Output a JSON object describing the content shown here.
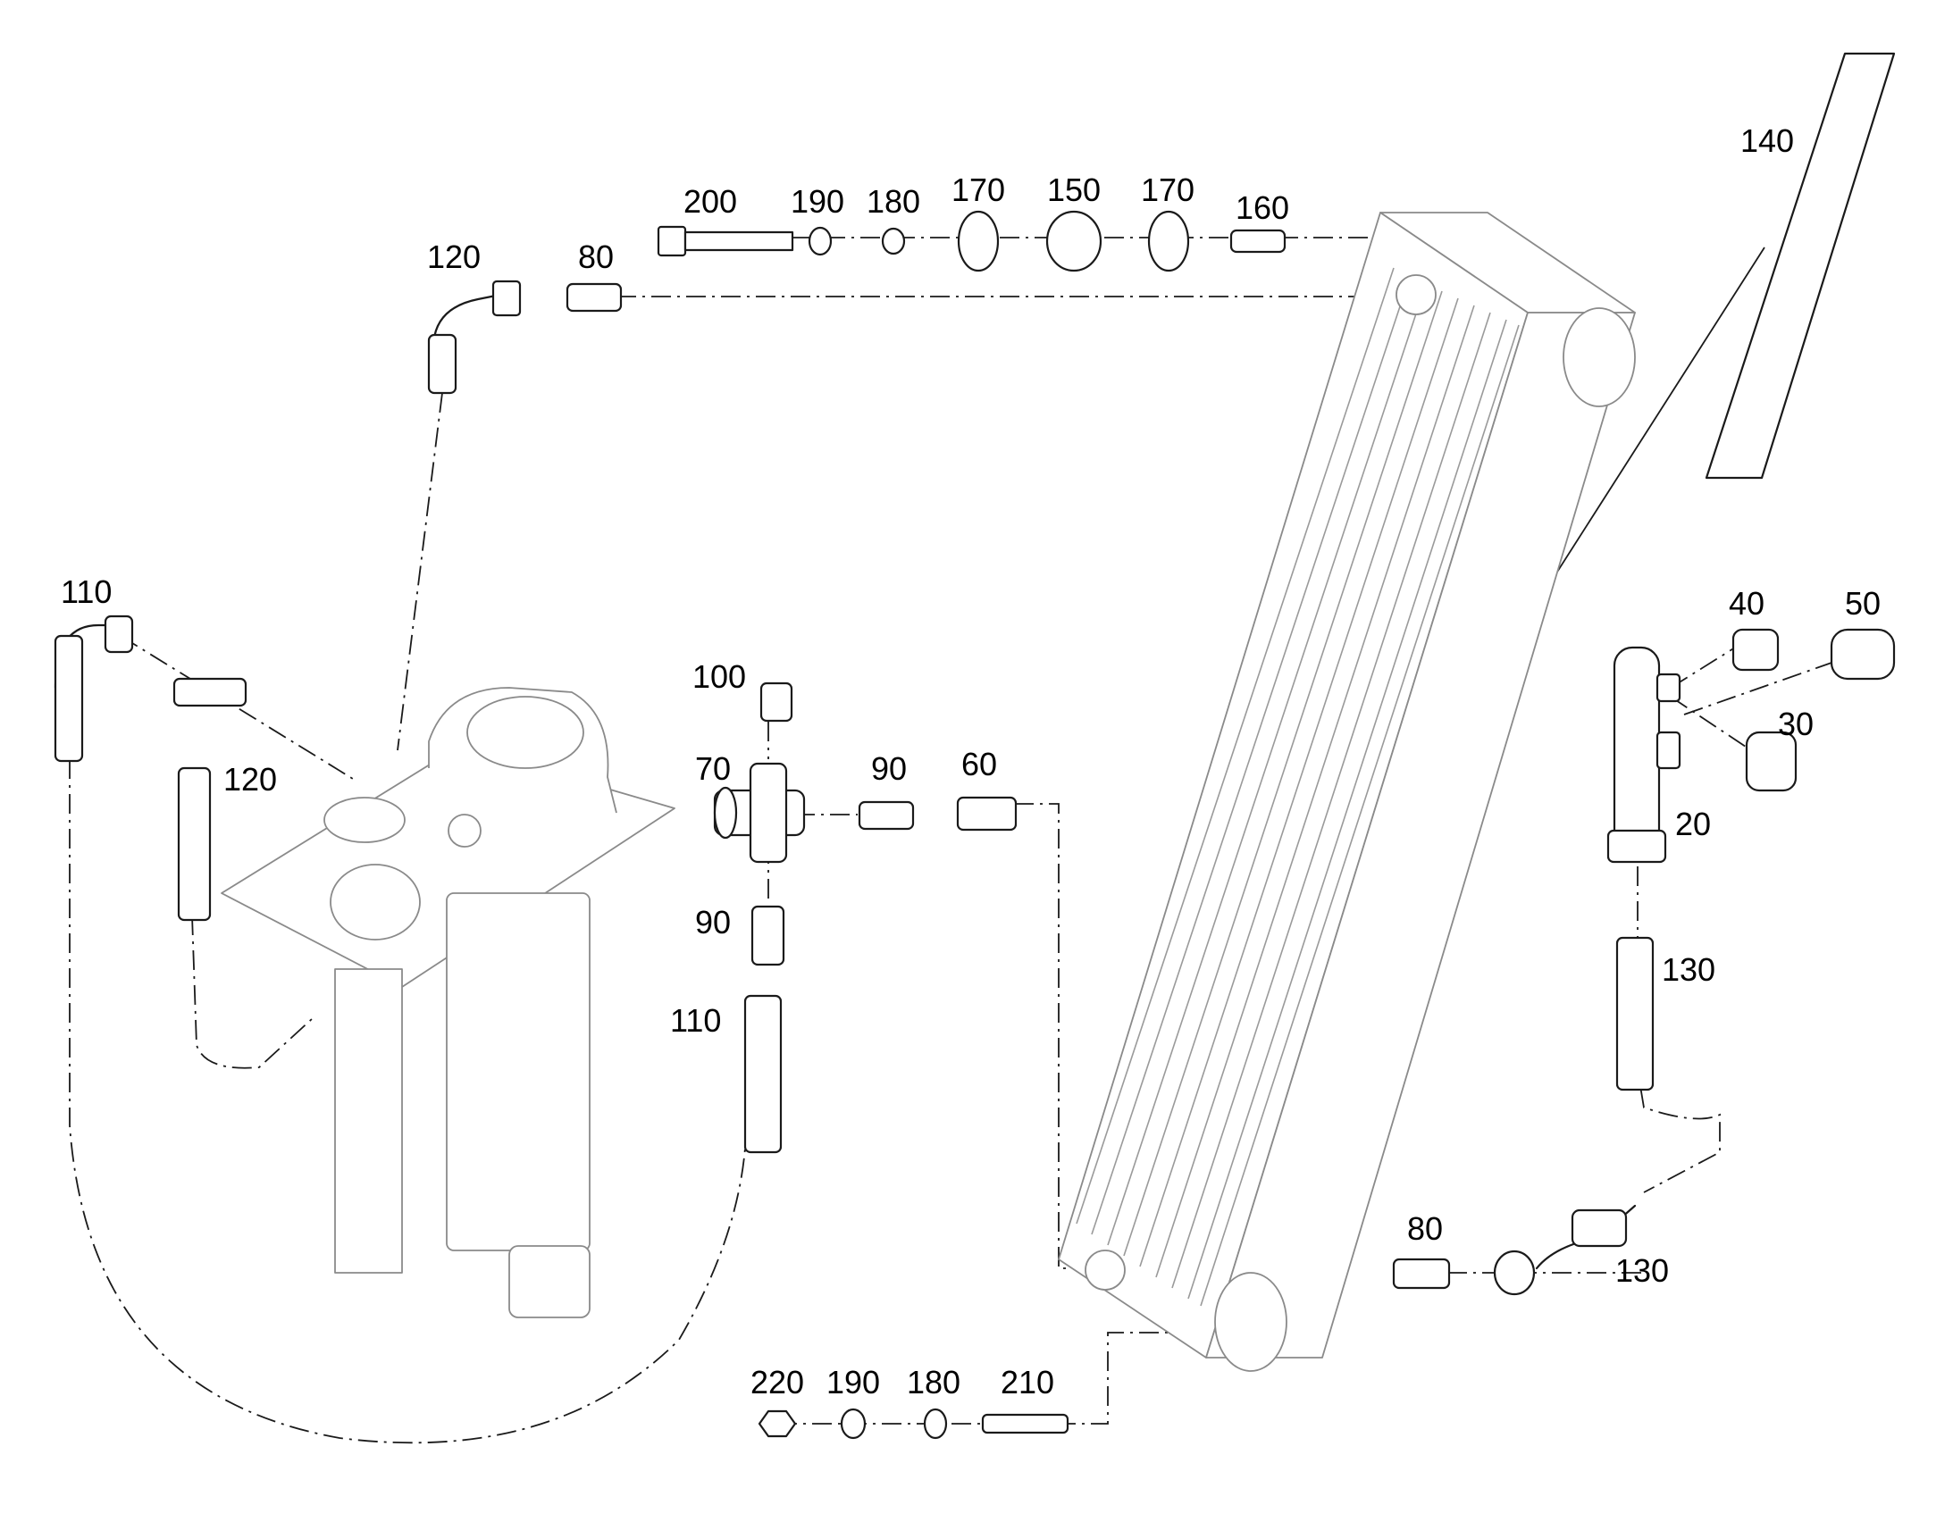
{
  "diagram": {
    "callouts": [
      {
        "key": "c200",
        "label": "200"
      },
      {
        "key": "c190a",
        "label": "190"
      },
      {
        "key": "c180a",
        "label": "180"
      },
      {
        "key": "c170a",
        "label": "170"
      },
      {
        "key": "c150",
        "label": "150"
      },
      {
        "key": "c170b",
        "label": "170"
      },
      {
        "key": "c160",
        "label": "160"
      },
      {
        "key": "c140",
        "label": "140"
      },
      {
        "key": "c120a",
        "label": "120"
      },
      {
        "key": "c80a",
        "label": "80"
      },
      {
        "key": "c110a",
        "label": "110"
      },
      {
        "key": "c120b",
        "label": "120"
      },
      {
        "key": "c100",
        "label": "100"
      },
      {
        "key": "c70",
        "label": "70"
      },
      {
        "key": "c90a",
        "label": "90"
      },
      {
        "key": "c60",
        "label": "60"
      },
      {
        "key": "c90b",
        "label": "90"
      },
      {
        "key": "c110b",
        "label": "110"
      },
      {
        "key": "c40",
        "label": "40"
      },
      {
        "key": "c50",
        "label": "50"
      },
      {
        "key": "c30",
        "label": "30"
      },
      {
        "key": "c20",
        "label": "20"
      },
      {
        "key": "c130a",
        "label": "130"
      },
      {
        "key": "c80b",
        "label": "80"
      },
      {
        "key": "c130b",
        "label": "130"
      },
      {
        "key": "c220",
        "label": "220"
      },
      {
        "key": "c190b",
        "label": "190"
      },
      {
        "key": "c180b",
        "label": "180"
      },
      {
        "key": "c210",
        "label": "210"
      }
    ]
  }
}
